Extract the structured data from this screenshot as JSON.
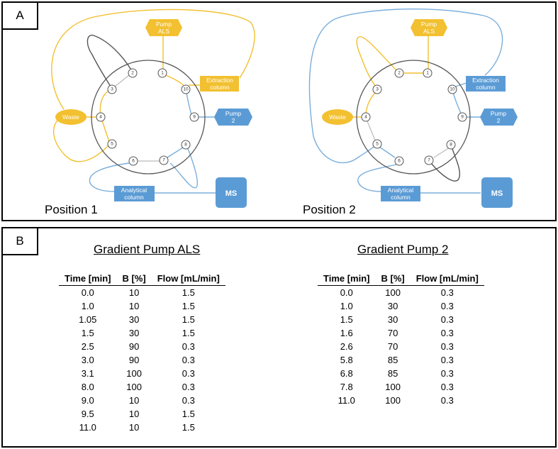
{
  "panels": {
    "a_label": "A",
    "b_label": "B"
  },
  "diagram": {
    "position1_label": "Position 1",
    "position2_label": "Position 2",
    "pump_als": [
      "Pump",
      "ALS"
    ],
    "pump_2": [
      "Pump",
      "2"
    ],
    "extraction_column": [
      "Extraction",
      "column"
    ],
    "analytical_column": [
      "Analytical",
      "column"
    ],
    "waste": "Waste",
    "ms": "MS",
    "ports": [
      "1",
      "2",
      "3",
      "4",
      "5",
      "6",
      "7",
      "8",
      "9",
      "10"
    ],
    "colors": {
      "yellow": "#f2c030",
      "blue": "#5b9bd5",
      "blue_line": "#7aaedb",
      "dark_line": "#555555"
    }
  },
  "tables": [
    {
      "title": "Gradient Pump ALS",
      "headers": [
        "Time [min]",
        "B [%]",
        "Flow [mL/min]"
      ],
      "rows": [
        [
          "0.0",
          "10",
          "1.5"
        ],
        [
          "1.0",
          "10",
          "1.5"
        ],
        [
          "1.05",
          "30",
          "1.5"
        ],
        [
          "1.5",
          "30",
          "1.5"
        ],
        [
          "2.5",
          "90",
          "0.3"
        ],
        [
          "3.0",
          "90",
          "0.3"
        ],
        [
          "3.1",
          "100",
          "0.3"
        ],
        [
          "8.0",
          "100",
          "0.3"
        ],
        [
          "9.0",
          "10",
          "0.3"
        ],
        [
          "9.5",
          "10",
          "1.5"
        ],
        [
          "11.0",
          "10",
          "1.5"
        ]
      ]
    },
    {
      "title": "Gradient Pump 2",
      "headers": [
        "Time [min]",
        "B [%]",
        "Flow [mL/min]"
      ],
      "rows": [
        [
          "0.0",
          "100",
          "0.3"
        ],
        [
          "1.0",
          "30",
          "0.3"
        ],
        [
          "1.5",
          "30",
          "0.3"
        ],
        [
          "1.6",
          "70",
          "0.3"
        ],
        [
          "2.6",
          "70",
          "0.3"
        ],
        [
          "5.8",
          "85",
          "0.3"
        ],
        [
          "6.8",
          "85",
          "0.3"
        ],
        [
          "7.8",
          "100",
          "0.3"
        ],
        [
          "11.0",
          "100",
          "0.3"
        ]
      ]
    }
  ]
}
